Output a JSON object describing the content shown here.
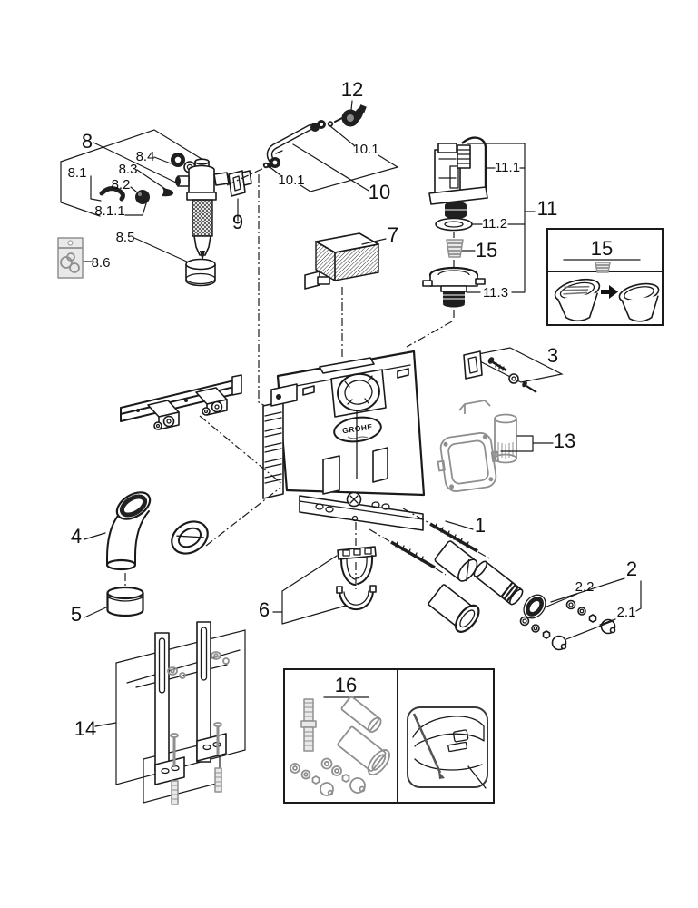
{
  "diagram": {
    "kind": "exploded-parts-diagram",
    "logo_text": "GROHE",
    "callouts": {
      "c1": "1",
      "c2": "2",
      "c2_1": "2.1",
      "c2_2": "2.2",
      "c3": "3",
      "c4": "4",
      "c5": "5",
      "c6": "6",
      "c7": "7",
      "c8": "8",
      "c8_1": "8.1",
      "c8_1_1": "8.1.1",
      "c8_2": "8.2",
      "c8_3": "8.3",
      "c8_4": "8.4",
      "c8_5": "8.5",
      "c8_6": "8.6",
      "c9": "9",
      "c10": "10",
      "c10_1": "10.1",
      "c11": "11",
      "c11_1": "11.1",
      "c11_2": "11.2",
      "c11_3": "11.3",
      "c12": "12",
      "c13": "13",
      "c14": "14",
      "c15": "15",
      "c16": "16"
    },
    "insets": {
      "basket_box": {
        "title": "15"
      },
      "fixing_set_box": {
        "title": "16"
      }
    }
  }
}
